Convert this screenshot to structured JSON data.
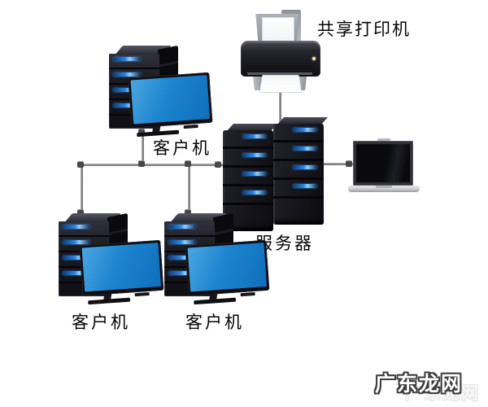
{
  "diagram": {
    "type": "network-topology",
    "nodes": {
      "shared_printer": {
        "label": "共享打印机"
      },
      "client_top": {
        "label": "客户机"
      },
      "server": {
        "label": "服务器"
      },
      "client_bottom_left": {
        "label": "客户机"
      },
      "client_bottom_middle": {
        "label": "客户机"
      },
      "laptop": {
        "label": ""
      }
    },
    "connections": [
      {
        "from": "shared_printer",
        "to": "server"
      },
      {
        "from": "server",
        "to": "laptop"
      },
      {
        "from": "server",
        "to": "network-bus"
      },
      {
        "from": "network-bus",
        "to": "client_top"
      },
      {
        "from": "network-bus",
        "to": "client_bottom_left"
      },
      {
        "from": "network-bus",
        "to": "client_bottom_middle"
      }
    ],
    "colors": {
      "screen_blue": "#1d84cf",
      "led_blue": "#2e86e6",
      "device_black": "#15151b",
      "cable_gray": "#8a8a8a"
    }
  },
  "watermark": {
    "text": "广东龙网"
  }
}
